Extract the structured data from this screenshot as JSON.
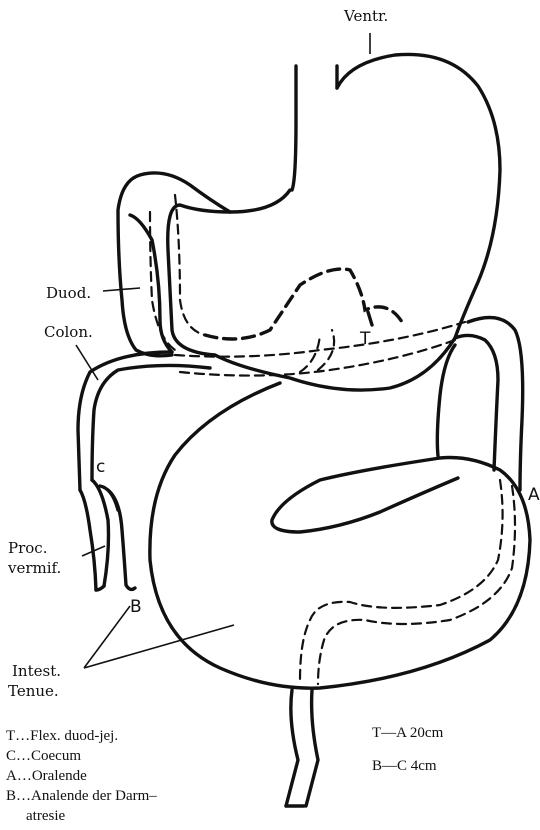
{
  "labels": {
    "ventr": "Ventr.",
    "duod": "Duod.",
    "colon": "Colon.",
    "t": "T",
    "a": "A",
    "c": "c",
    "b": "B",
    "proc_line1": "Proc.",
    "proc_line2": "vermif.",
    "intest_line1": "Intest.",
    "intest_line2": "Tenue."
  },
  "legend": {
    "items": [
      "T…Flex. duod-jej.",
      "C…Coecum",
      "A…Oralende",
      "B…Analende der Darm–",
      "atresie"
    ]
  },
  "measurements": [
    "T—A  20cm",
    "B—C  4cm"
  ]
}
